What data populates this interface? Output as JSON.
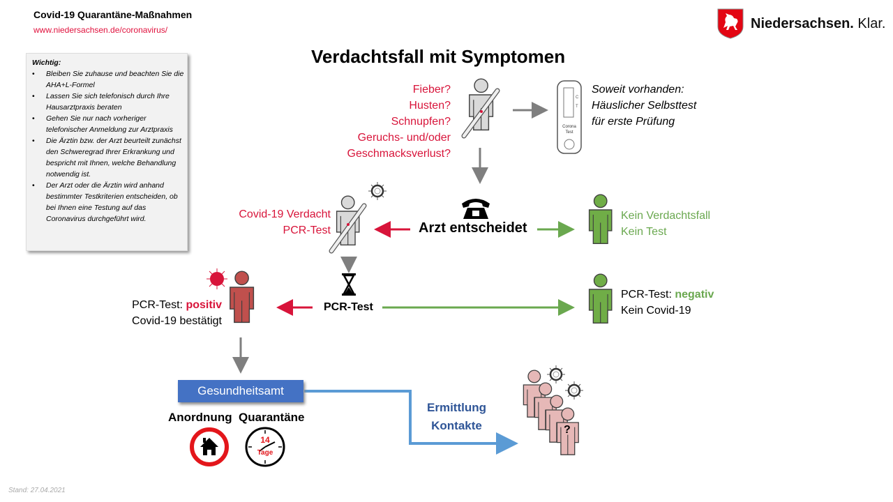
{
  "header": {
    "title": "Covid-19 Quarantäne-Maßnahmen",
    "url": "www.niedersachsen.de/coronavirus/"
  },
  "logo": {
    "name": "Niedersachsen.",
    "slogan": "Klar.",
    "icon": "horse-crest-icon"
  },
  "info_box": {
    "heading": "Wichtig:",
    "items": [
      "Bleiben Sie zuhause und beachten Sie die AHA+L-Formel",
      "Lassen Sie sich telefonisch durch Ihre Hausarztpraxis beraten",
      "Gehen Sie nur nach vorheriger telefonischer Anmeldung zur Arztpraxis",
      "Die Ärztin bzw. der Arzt beurteilt zunächst den Schweregrad Ihrer Erkrankung und bespricht mit Ihnen, welche Behandlung notwendig ist.",
      "Der Arzt oder die Ärztin wird anhand bestimmter Testkriterien entscheiden, ob bei Ihnen eine Testung auf das Coronavirus durchgeführt wird."
    ]
  },
  "main_title": "Verdachtsfall mit Symptomen",
  "symptoms": [
    "Fieber?",
    "Husten?",
    "Schnupfen?",
    "Geruchs- und/oder",
    "Geschmacksverlust?"
  ],
  "self_test": {
    "lines": [
      "Soweit vorhanden:",
      "Häuslicher Selbsttest",
      "für erste Prüfung"
    ],
    "device_label_1": "Corona",
    "device_label_2": "Test",
    "c_label": "C",
    "t_label": "T"
  },
  "suspected": [
    "Covid-19 Verdacht",
    "PCR-Test"
  ],
  "doctor_decides": "Arzt entscheidet",
  "no_suspicion": [
    "Kein Verdachtsfall",
    "Kein Test"
  ],
  "pcr_test": "PCR-Test",
  "negative": {
    "prefix": "PCR-Test: ",
    "result": "negativ",
    "line2": "Kein Covid-19"
  },
  "positive": {
    "prefix": "PCR-Test: ",
    "result": "positiv",
    "line2": "Covid-19 bestätigt"
  },
  "health_office": "Gesundheitsamt",
  "order_label": "Anordnung  Quarantäne",
  "clock": {
    "days": "14",
    "unit": "Tage"
  },
  "contacts": [
    "Ermittlung",
    "Kontakte"
  ],
  "contact_question": "?",
  "stand": "Stand: 27.04.2021",
  "colors": {
    "red": "#d8143a",
    "green": "#6aa84f",
    "blue": "#4472c4",
    "person_gray": "#d9d9d9",
    "person_green": "#70ad47",
    "person_red": "#c0504d",
    "person_pink": "#e6b8b7"
  }
}
